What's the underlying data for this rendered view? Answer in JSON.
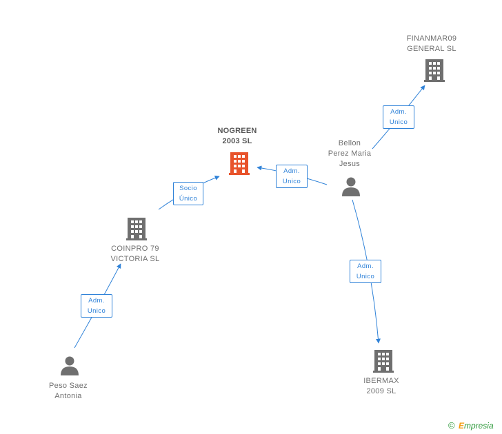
{
  "nodes": {
    "nogreen": {
      "label": "NOGREEN\n2003 SL",
      "kind": "company-focus"
    },
    "finanmar": {
      "label": "FINANMAR09\nGENERAL SL",
      "kind": "company"
    },
    "bellon": {
      "label": "Bellon\nPerez Maria\nJesus",
      "kind": "person"
    },
    "coinpro": {
      "label": "COINPRO 79\nVICTORIA SL",
      "kind": "company"
    },
    "peso": {
      "label": "Peso Saez\nAntonia",
      "kind": "person"
    },
    "ibermax": {
      "label": "IBERMAX\n2009 SL",
      "kind": "company"
    }
  },
  "edges": {
    "coinpro_nogreen": "Socio\nÚnico",
    "bellon_nogreen": "Adm.\nUnico",
    "bellon_finanmar": "Adm.\nUnico",
    "peso_coinpro": "Adm.\nUnico",
    "bellon_ibermax": "Adm.\nUnico"
  },
  "watermark": {
    "copyright": "©",
    "brand_initial": "E",
    "brand_rest": "mpresia"
  },
  "colors": {
    "edge": "#2f82d8",
    "node": "#6f6f6f",
    "focus": "#e8532b"
  },
  "icons": {
    "company": "building-icon",
    "person": "person-icon"
  }
}
